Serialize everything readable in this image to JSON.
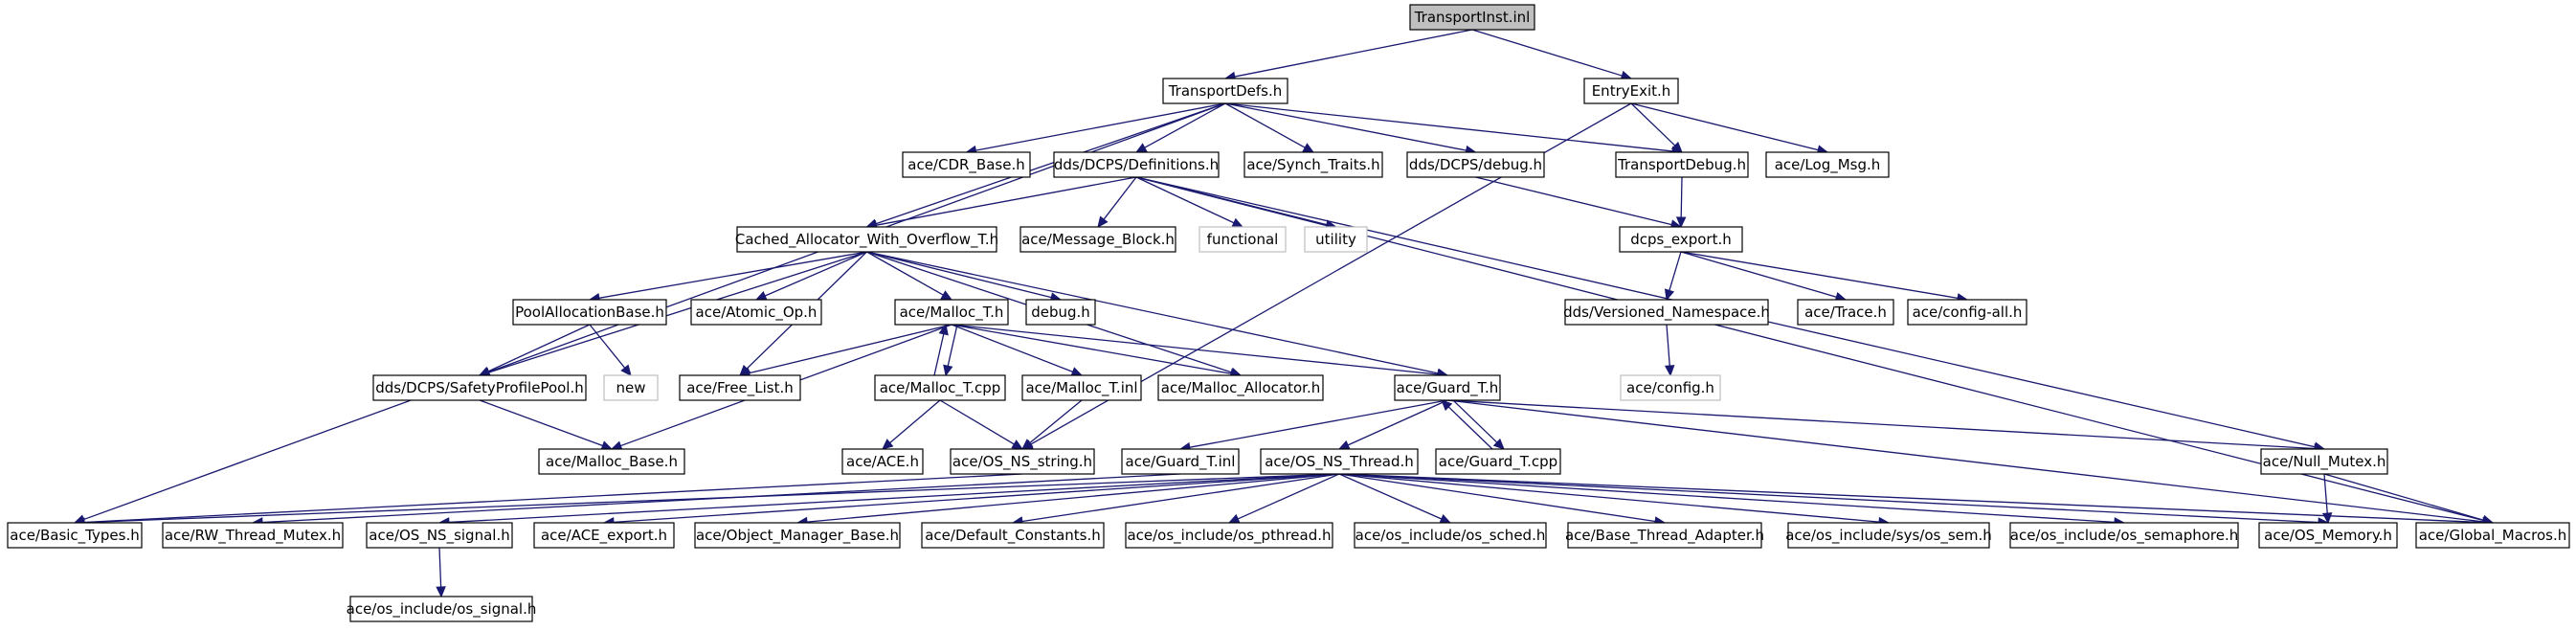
{
  "diagram": {
    "title": "",
    "colors": {
      "edge": "#191970",
      "node_border": "#000000",
      "external_node_border": "#bfbfbf",
      "root_fill": "#bfbfbf",
      "background": "#ffffff"
    },
    "nodes": [
      {
        "id": "transportinst",
        "label": "TransportInst.inl",
        "style": "root"
      },
      {
        "id": "transportdefs",
        "label": "TransportDefs.h"
      },
      {
        "id": "entryexit",
        "label": "EntryExit.h"
      },
      {
        "id": "cdr_base",
        "label": "ace/CDR_Base.h"
      },
      {
        "id": "definitions",
        "label": "dds/DCPS/Definitions.h"
      },
      {
        "id": "synch_traits",
        "label": "ace/Synch_Traits.h"
      },
      {
        "id": "dcps_debug",
        "label": "dds/DCPS/debug.h"
      },
      {
        "id": "transportdebug",
        "label": "TransportDebug.h"
      },
      {
        "id": "log_msg",
        "label": "ace/Log_Msg.h"
      },
      {
        "id": "cached_alloc",
        "label": "Cached_Allocator_With_Overflow_T.h"
      },
      {
        "id": "message_block",
        "label": "ace/Message_Block.h"
      },
      {
        "id": "functional",
        "label": "functional",
        "style": "external"
      },
      {
        "id": "utility",
        "label": "utility",
        "style": "external"
      },
      {
        "id": "dcps_export",
        "label": "dcps_export.h"
      },
      {
        "id": "poolalloc",
        "label": "PoolAllocationBase.h"
      },
      {
        "id": "atomic_op",
        "label": "ace/Atomic_Op.h"
      },
      {
        "id": "malloc_t_h",
        "label": "ace/Malloc_T.h"
      },
      {
        "id": "debug_h",
        "label": "debug.h"
      },
      {
        "id": "versioned_ns",
        "label": "dds/Versioned_Namespace.h"
      },
      {
        "id": "trace",
        "label": "ace/Trace.h"
      },
      {
        "id": "config_all",
        "label": "ace/config-all.h"
      },
      {
        "id": "safetyprofile",
        "label": "dds/DCPS/SafetyProfilePool.h"
      },
      {
        "id": "new_h",
        "label": "new",
        "style": "external"
      },
      {
        "id": "free_list",
        "label": "ace/Free_List.h"
      },
      {
        "id": "malloc_t_cpp",
        "label": "ace/Malloc_T.cpp"
      },
      {
        "id": "malloc_t_inl",
        "label": "ace/Malloc_T.inl"
      },
      {
        "id": "malloc_allocator",
        "label": "ace/Malloc_Allocator.h"
      },
      {
        "id": "guard_t_h",
        "label": "ace/Guard_T.h"
      },
      {
        "id": "ace_config",
        "label": "ace/config.h",
        "style": "external"
      },
      {
        "id": "malloc_base",
        "label": "ace/Malloc_Base.h"
      },
      {
        "id": "ace_h",
        "label": "ace/ACE.h"
      },
      {
        "id": "os_ns_string",
        "label": "ace/OS_NS_string.h"
      },
      {
        "id": "guard_t_inl",
        "label": "ace/Guard_T.inl"
      },
      {
        "id": "os_ns_thread",
        "label": "ace/OS_NS_Thread.h"
      },
      {
        "id": "guard_t_cpp",
        "label": "ace/Guard_T.cpp"
      },
      {
        "id": "null_mutex",
        "label": "ace/Null_Mutex.h"
      },
      {
        "id": "basic_types",
        "label": "ace/Basic_Types.h"
      },
      {
        "id": "rw_thread_mutex",
        "label": "ace/RW_Thread_Mutex.h"
      },
      {
        "id": "os_ns_signal",
        "label": "ace/OS_NS_signal.h"
      },
      {
        "id": "ace_export",
        "label": "ace/ACE_export.h"
      },
      {
        "id": "object_manager_base",
        "label": "ace/Object_Manager_Base.h"
      },
      {
        "id": "default_constants",
        "label": "ace/Default_Constants.h"
      },
      {
        "id": "os_pthread",
        "label": "ace/os_include/os_pthread.h"
      },
      {
        "id": "os_sched",
        "label": "ace/os_include/os_sched.h"
      },
      {
        "id": "base_thread_adapter",
        "label": "ace/Base_Thread_Adapter.h"
      },
      {
        "id": "os_sys_sem",
        "label": "ace/os_include/sys/os_sem.h"
      },
      {
        "id": "os_semaphore",
        "label": "ace/os_include/os_semaphore.h"
      },
      {
        "id": "os_memory",
        "label": "ace/OS_Memory.h"
      },
      {
        "id": "global_macros",
        "label": "ace/Global_Macros.h"
      },
      {
        "id": "os_signal",
        "label": "ace/os_include/os_signal.h"
      }
    ],
    "edges": [
      [
        "transportinst",
        "transportdefs"
      ],
      [
        "transportinst",
        "entryexit"
      ],
      [
        "transportdefs",
        "basic_types"
      ],
      [
        "transportdefs",
        "cached_alloc"
      ],
      [
        "transportdefs",
        "cdr_base"
      ],
      [
        "transportdefs",
        "definitions"
      ],
      [
        "transportdefs",
        "synch_traits"
      ],
      [
        "transportdefs",
        "dcps_debug"
      ],
      [
        "transportdefs",
        "transportdebug"
      ],
      [
        "entryexit",
        "transportdebug"
      ],
      [
        "entryexit",
        "log_msg"
      ],
      [
        "entryexit",
        "os_ns_string"
      ],
      [
        "definitions",
        "cached_alloc"
      ],
      [
        "definitions",
        "message_block"
      ],
      [
        "definitions",
        "functional"
      ],
      [
        "definitions",
        "utility"
      ],
      [
        "definitions",
        "null_mutex"
      ],
      [
        "definitions",
        "global_macros"
      ],
      [
        "dcps_debug",
        "dcps_export"
      ],
      [
        "transportdebug",
        "dcps_export"
      ],
      [
        "cached_alloc",
        "poolalloc"
      ],
      [
        "cached_alloc",
        "safetyprofile"
      ],
      [
        "cached_alloc",
        "atomic_op"
      ],
      [
        "cached_alloc",
        "free_list"
      ],
      [
        "cached_alloc",
        "malloc_t_h"
      ],
      [
        "cached_alloc",
        "debug_h"
      ],
      [
        "cached_alloc",
        "malloc_allocator"
      ],
      [
        "cached_alloc",
        "guard_t_h"
      ],
      [
        "dcps_export",
        "versioned_ns"
      ],
      [
        "dcps_export",
        "trace"
      ],
      [
        "dcps_export",
        "config_all"
      ],
      [
        "versioned_ns",
        "ace_config"
      ],
      [
        "poolalloc",
        "safetyprofile"
      ],
      [
        "poolalloc",
        "new_h"
      ],
      [
        "safetyprofile",
        "malloc_base"
      ],
      [
        "malloc_t_h",
        "free_list"
      ],
      [
        "malloc_t_h",
        "malloc_t_cpp"
      ],
      [
        "malloc_t_h",
        "malloc_t_inl"
      ],
      [
        "malloc_t_h",
        "malloc_allocator"
      ],
      [
        "malloc_t_h",
        "malloc_base"
      ],
      [
        "malloc_t_h",
        "guard_t_h"
      ],
      [
        "malloc_t_cpp",
        "malloc_t_h"
      ],
      [
        "malloc_t_cpp",
        "ace_h"
      ],
      [
        "malloc_t_cpp",
        "os_ns_string"
      ],
      [
        "malloc_t_inl",
        "os_ns_string"
      ],
      [
        "guard_t_h",
        "guard_t_inl"
      ],
      [
        "guard_t_h",
        "os_ns_thread"
      ],
      [
        "guard_t_h",
        "guard_t_cpp"
      ],
      [
        "guard_t_h",
        "null_mutex"
      ],
      [
        "guard_t_h",
        "global_macros"
      ],
      [
        "guard_t_cpp",
        "guard_t_h"
      ],
      [
        "os_ns_string",
        "basic_types"
      ],
      [
        "guard_t_inl",
        "rw_thread_mutex"
      ],
      [
        "os_ns_thread",
        "basic_types"
      ],
      [
        "os_ns_thread",
        "os_ns_signal"
      ],
      [
        "os_ns_thread",
        "ace_export"
      ],
      [
        "os_ns_thread",
        "object_manager_base"
      ],
      [
        "os_ns_thread",
        "default_constants"
      ],
      [
        "os_ns_thread",
        "os_pthread"
      ],
      [
        "os_ns_thread",
        "os_sched"
      ],
      [
        "os_ns_thread",
        "base_thread_adapter"
      ],
      [
        "os_ns_thread",
        "os_sys_sem"
      ],
      [
        "os_ns_thread",
        "os_semaphore"
      ],
      [
        "os_ns_thread",
        "os_memory"
      ],
      [
        "os_ns_thread",
        "global_macros"
      ],
      [
        "null_mutex",
        "global_macros"
      ],
      [
        "null_mutex",
        "os_memory"
      ],
      [
        "os_ns_signal",
        "os_signal"
      ]
    ]
  }
}
